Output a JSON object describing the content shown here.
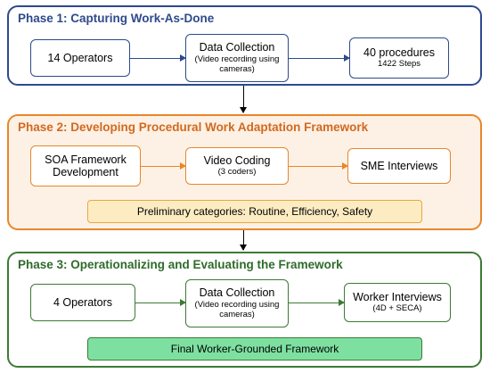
{
  "phase1": {
    "title": "Phase 1: Capturing Work-As-Done",
    "box1": {
      "main": "14 Operators"
    },
    "box2": {
      "main": "Data Collection",
      "sub": "(Video recording using cameras)"
    },
    "box3": {
      "main": "40 procedures",
      "sub": "1422 Steps"
    }
  },
  "phase2": {
    "title": "Phase 2: Developing Procedural Work Adaptation Framework",
    "box1": {
      "main": "SOA Framework Development"
    },
    "box2": {
      "main": "Video Coding",
      "sub": "(3 coders)"
    },
    "box3": {
      "main": "SME Interviews"
    },
    "banner": "Preliminary categories: Routine, Efficiency, Safety"
  },
  "phase3": {
    "title": "Phase 3: Operationalizing and Evaluating the Framework",
    "box1": {
      "main": "4 Operators"
    },
    "box2": {
      "main": "Data Collection",
      "sub": "(Video recording using cameras)"
    },
    "box3": {
      "main": "Worker Interviews",
      "sub": "(4D + SECA)"
    },
    "banner": "Final Worker-Grounded Framework"
  }
}
